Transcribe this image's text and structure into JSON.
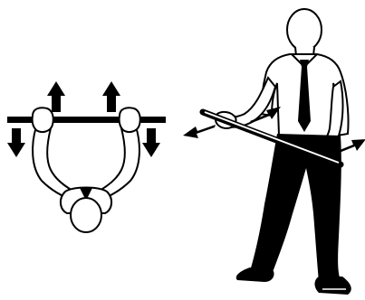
{
  "diagram": {
    "colors": {
      "ink": "#000000",
      "paper": "#ffffff"
    },
    "figures": [
      {
        "name": "top-view-figure",
        "description_icon": "person-top-view-holding-bar"
      },
      {
        "name": "standing-figure",
        "description_icon": "person-standing-holding-stick"
      }
    ],
    "arrow_counts": {
      "top_view": 4,
      "standing_view": 4
    }
  }
}
